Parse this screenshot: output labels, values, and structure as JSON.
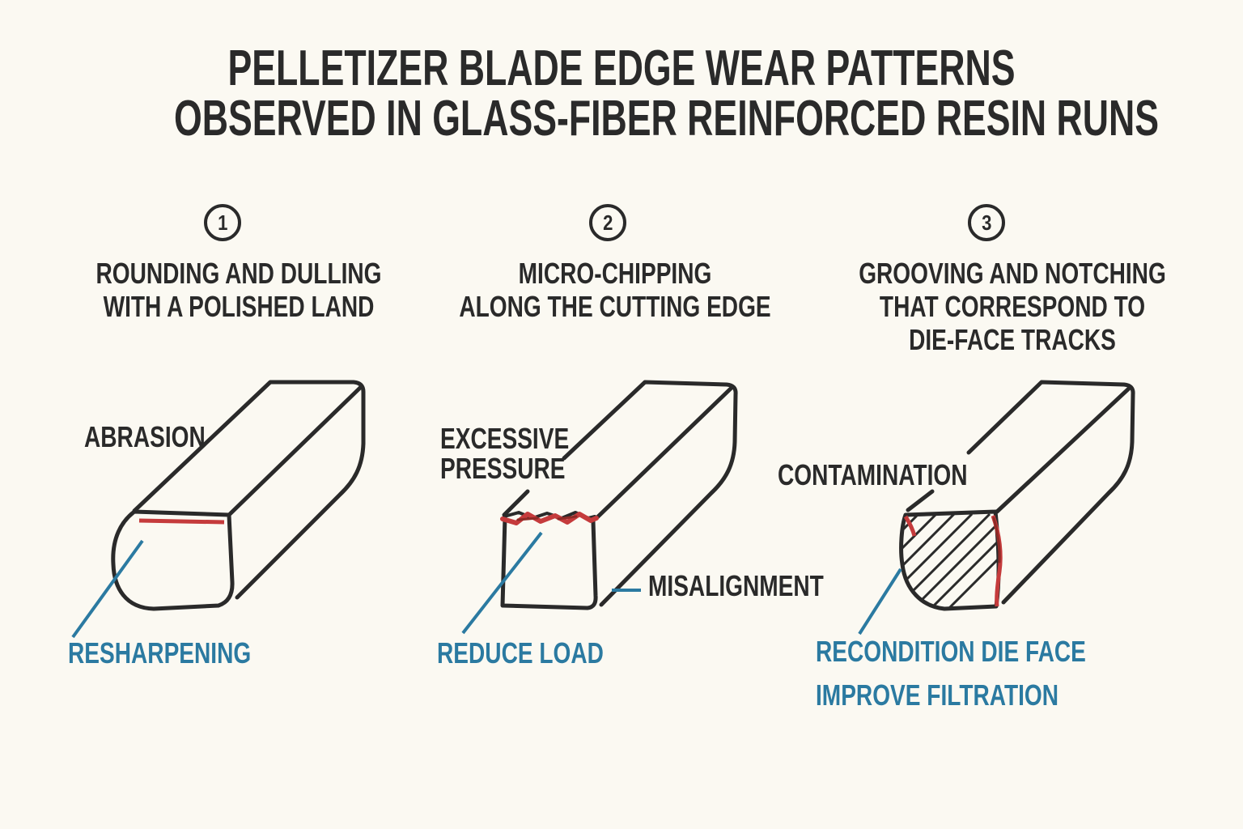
{
  "title": {
    "line1": "PELLETIZER BLADE EDGE WEAR PATTERNS",
    "line2": "OBSERVED IN GLASS-FIBER REINFORCED RESIN RUNS"
  },
  "panels": [
    {
      "number": "1",
      "heading_lines": [
        "ROUNDING AND DULLING",
        "WITH A POLISHED LAND"
      ],
      "cause_labels": [
        "ABRASION"
      ],
      "remedy_labels": [
        "RESHARPENING"
      ]
    },
    {
      "number": "2",
      "heading_lines": [
        "MICRO-CHIPPING",
        "ALONG THE CUTTING EDGE"
      ],
      "cause_labels": [
        "EXCESSIVE PRESSURE",
        "MISALIGNMENT"
      ],
      "remedy_labels": [
        "REDUCE LOAD"
      ]
    },
    {
      "number": "3",
      "heading_lines": [
        "GROOVING AND NOTCHING",
        "THAT CORRESPOND TO",
        "DIE-FACE TRACKS"
      ],
      "cause_labels": [
        "CONTAMINATION"
      ],
      "remedy_labels": [
        "RECONDITION DIE FACE",
        "IMPROVE FILTRATION"
      ]
    }
  ],
  "colors": {
    "bg": "#fbf9f2",
    "ink": "#2a2a2a",
    "blue": "#2b7aa1",
    "red": "#c53b3c",
    "red_dark": "#8e2a26"
  }
}
